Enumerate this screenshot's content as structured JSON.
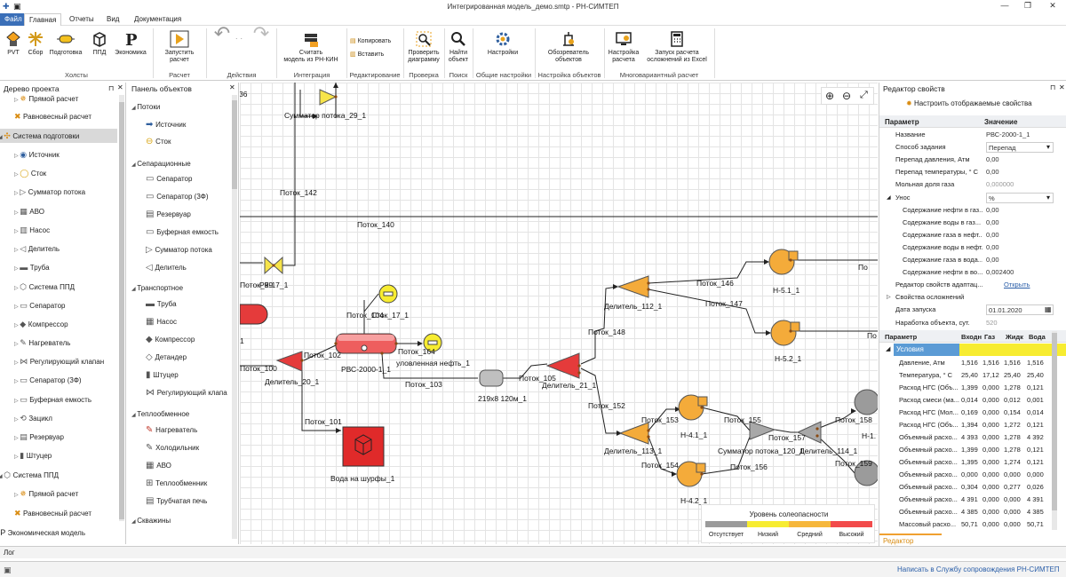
{
  "window": {
    "title": "Интегрированная модель_демо.smtp - РН-СИМТЕП"
  },
  "menu": {
    "file": "Файл",
    "tabs": [
      "Главная",
      "Отчеты",
      "Вид",
      "Документация"
    ]
  },
  "ribbon": {
    "groups": {
      "holsty": "Холсты",
      "raschet": "Расчет",
      "deystviya": "Действия",
      "integraciya": "Интеграция",
      "redakt": "Редактирование",
      "proverka": "Проверка",
      "poisk": "Поиск",
      "obshie": "Общие настройки",
      "nastr_obj": "Настройка объектов",
      "mnogovar": "Многовариантный расчет"
    },
    "buttons": {
      "pvt": "PVT",
      "sbor": "Сбор",
      "podgotovka": "Подготовка",
      "ppd": "ППД",
      "ekonomika": "Экономика",
      "run1": "Запустить",
      "run2": "расчет",
      "read1": "Считать",
      "read2": "модель из РН-КИН",
      "copy": "Копировать",
      "paste": "Вставить",
      "check1": "Проверить",
      "check2": "диаграмму",
      "find1": "Найти",
      "find2": "объект",
      "settings": "Настройки",
      "obz1": "Обозреватель",
      "obz2": "объектов",
      "nast1": "Настройка",
      "nast2": "расчета",
      "excel1": "Запуск расчета",
      "excel2": "осложнений из Excel"
    }
  },
  "left": {
    "title": "Дерево проекта",
    "items": [
      "Прямой расчет",
      "Равновесный расчет",
      "Система подготовки",
      "Источник",
      "Сток",
      "Сумматор потока",
      "АВО",
      "Насос",
      "Делитель",
      "Труба",
      "Система ППД",
      "Сепаратор",
      "Компрессор",
      "Нагреватель",
      "Регулирующий клапан",
      "Сепаратор (3Ф)",
      "Буферная емкость",
      "Зацикл",
      "Резервуар",
      "Штуцер",
      "Система ППД",
      "Прямой расчет",
      "Равновесный расчет",
      "Экономическая модель"
    ]
  },
  "objects": {
    "title": "Панель объектов",
    "sections": [
      "Потоки",
      "Сепарационные",
      "Транспортное",
      "Теплообменное",
      "Скважины"
    ],
    "items": [
      "Источник",
      "Сток",
      "Сепаратор",
      "Сепаратор (3Ф)",
      "Резервуар",
      "Буферная емкость",
      "Сумматор потока",
      "Делитель",
      "Труба",
      "Насос",
      "Компрессор",
      "Детандер",
      "Штуцер",
      "Регулирующий клапа",
      "Нагреватель",
      "Холодильник",
      "АВО",
      "Теплообменник",
      "Трубчатая печь"
    ]
  },
  "canvas": {
    "labels": {
      "sum29": "Сумматор потока_29_1",
      "p142": "Поток_142",
      "p140": "Поток_140",
      "rk17": "РК-17_1",
      "p99": "Поток_99",
      "x1": "1",
      "p100": "Поток_100",
      "del20": "Делитель_20_1",
      "p102": "Поток_102",
      "p104": "Поток_104",
      "st17": "Сток_17_1",
      "rvs": "РВС-2000-1_1",
      "p164": "Поток_164",
      "un": "уловленная нефть_1",
      "p103": "Поток_103",
      "pipe": "219x8 120м_1",
      "p105": "Поток_105",
      "del21": "Делитель_21_1",
      "p101": "Поток_101",
      "voda": "Вода на шурфы_1",
      "p146": "Поток_146",
      "p147": "Поток_147",
      "del112": "Делитель_112_1",
      "p148": "Поток_148",
      "h51": "Н-5.1_1",
      "h52": "Н-5.2_1",
      "pt": "По",
      "pt2": "По",
      "p152": "Поток_152",
      "p153": "Поток_153",
      "p155": "Поток_155",
      "h41": "Н-4.1_1",
      "h42": "Н-4.2_1",
      "p154": "Поток_154",
      "p156": "Поток_156",
      "del113": "Делитель_113_1",
      "sum120": "Сумматор потока_120_1",
      "p157": "Поток_157",
      "del114": "Делитель_114_1",
      "p158": "Поток_158",
      "p159": "Поток_159",
      "h1": "Н-1.",
      "top36": "36"
    },
    "legend": {
      "title": "Уровень солеопасности",
      "items": [
        "Отсутствует",
        "Низкий",
        "Средний",
        "Высокий"
      ],
      "colors": [
        "#9b9b9b",
        "#f7ec31",
        "#f6b73c",
        "#f24b4b"
      ]
    }
  },
  "right": {
    "title": "Редактор свойств",
    "configure": "Настроить отображаемые свойства",
    "head_param": "Параметр",
    "head_value": "Значение",
    "props": [
      [
        "Название",
        "РВС-2000-1_1"
      ],
      [
        "Способ задания",
        "Перепад"
      ],
      [
        "Перепад давления, Атм",
        "0,00"
      ],
      [
        "Перепад температуры, ° С",
        "0,00"
      ],
      [
        "Мольная доля газа",
        "0,000000"
      ],
      [
        "Унос",
        "%"
      ],
      [
        "Содержание нефти в газ...",
        "0,00"
      ],
      [
        "Содержание воды в газ...",
        "0,00"
      ],
      [
        "Содержание газа в нефт...",
        "0,00"
      ],
      [
        "Содержание воды в нефт...",
        "0,00"
      ],
      [
        "Содержание газа в вода...",
        "0,00"
      ],
      [
        "Содержание нефти в во...",
        "0,002400"
      ],
      [
        "Редактор свойств адаптац...",
        "Открыть"
      ],
      [
        "Свойства осложнений",
        ""
      ],
      [
        "Дата запуска",
        "01.01.2020"
      ],
      [
        "Наработка объекта, сут.",
        "520"
      ]
    ],
    "results_head": [
      "Параметр",
      "Входн",
      "Газ",
      "Жидк",
      "Вода"
    ],
    "conditions": "Условия",
    "results": [
      [
        "Давление, Атм",
        "1,516",
        "1,516",
        "1,516",
        "1,516"
      ],
      [
        "Температура, ° С",
        "25,40",
        "17,12",
        "25,40",
        "25,40"
      ],
      [
        "Расход НГС (Объ...",
        "1,399",
        "0,000",
        "1,278",
        "0,121"
      ],
      [
        "Расход смеси (ма...",
        "0,014",
        "0,000",
        "0,012",
        "0,001"
      ],
      [
        "Расход НГС (Мол...",
        "0,169",
        "0,000",
        "0,154",
        "0,014"
      ],
      [
        "Расход НГС (Объ...",
        "1,394",
        "0,000",
        "1,272",
        "0,121"
      ],
      [
        "Объемный расхо...",
        "4 393",
        "0,000",
        "1,278",
        "4 392"
      ],
      [
        "Объемный расхо...",
        "1,399",
        "0,000",
        "1,278",
        "0,121"
      ],
      [
        "Объемный расхо...",
        "1,395",
        "0,000",
        "1,274",
        "0,121"
      ],
      [
        "Объемный расхо...",
        "0,000",
        "0,000",
        "0,000",
        "0,000"
      ],
      [
        "Объемный расхо...",
        "0,304",
        "0,000",
        "0,277",
        "0,026"
      ],
      [
        "Объемный расхо...",
        "4 391",
        "0,000",
        "0,000",
        "4 391"
      ],
      [
        "Объемный расхо...",
        "4 385",
        "0,000",
        "0,000",
        "4 385"
      ],
      [
        "Массовый расхо...",
        "50,71",
        "0,000",
        "0,000",
        "50,71"
      ]
    ],
    "tab": "Редактор свойств"
  },
  "log": "Лог",
  "status": {
    "link": "Написать в Службу сопровождения РН-СИМТЕП"
  }
}
